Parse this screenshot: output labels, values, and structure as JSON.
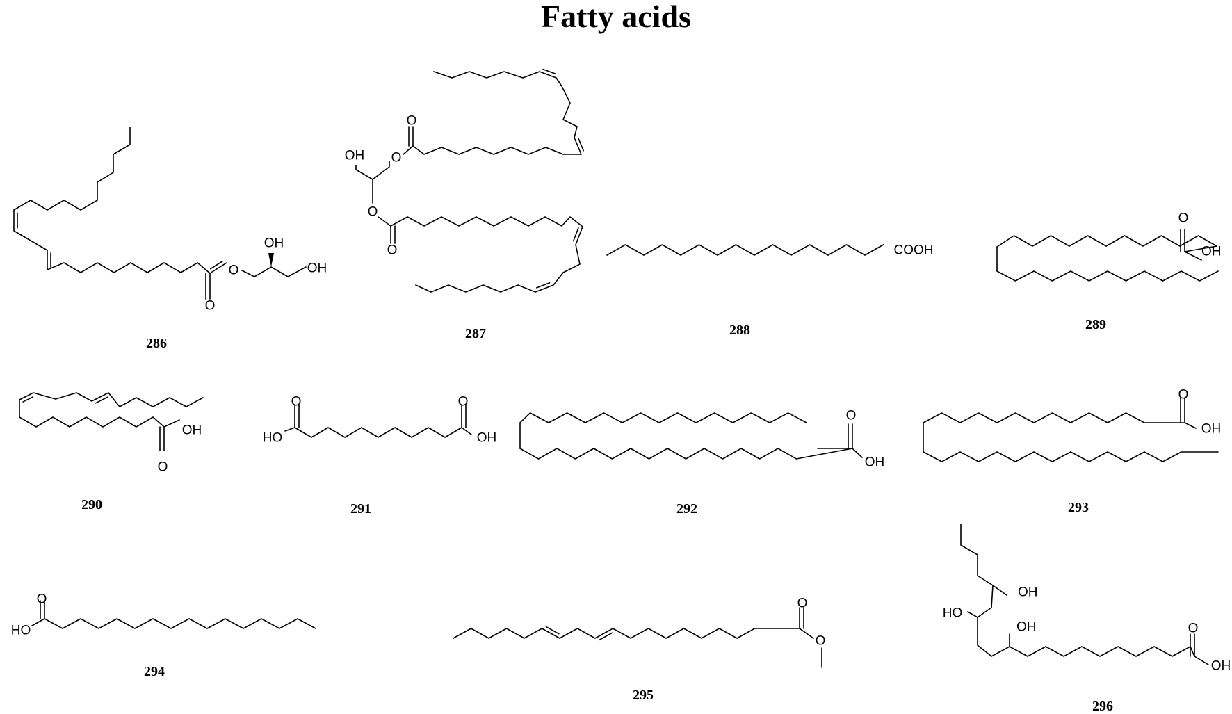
{
  "title": "Fatty acids",
  "compounds": [
    {
      "id": "286"
    },
    {
      "id": "287"
    },
    {
      "id": "288"
    },
    {
      "id": "289"
    },
    {
      "id": "290"
    },
    {
      "id": "291"
    },
    {
      "id": "292"
    },
    {
      "id": "293"
    },
    {
      "id": "294"
    },
    {
      "id": "295"
    },
    {
      "id": "296"
    }
  ],
  "atom_labels": {
    "oh": "OH",
    "ho": "HO",
    "o": "O",
    "cooh": "COOH"
  }
}
